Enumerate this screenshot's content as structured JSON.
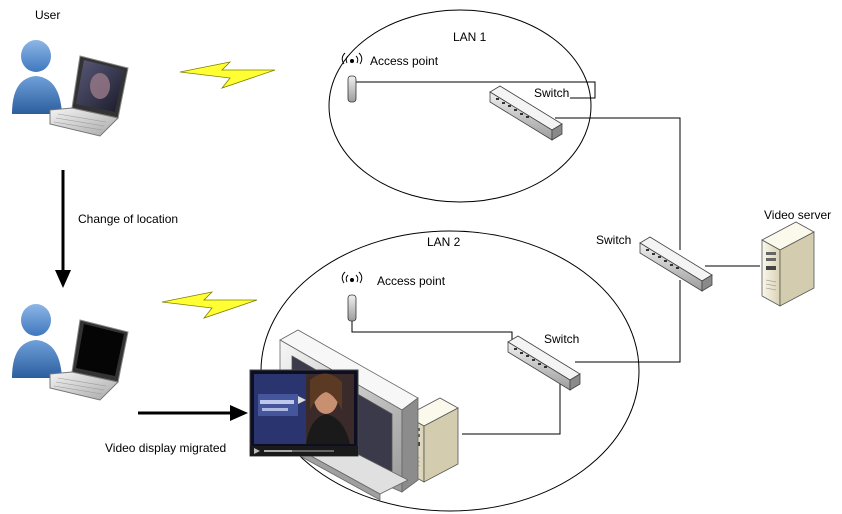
{
  "labels": {
    "user": "User",
    "lan1": "LAN 1",
    "lan2": "LAN 2",
    "access_point_1": "Access point",
    "access_point_2": "Access point",
    "switch_lan1": "Switch",
    "switch_core": "Switch",
    "switch_lan2": "Switch",
    "video_server": "Video server",
    "change_of_location": "Change of location",
    "video_display_migrated": "Video display migrated"
  },
  "icons": {
    "user_top": "user-with-laptop-icon",
    "user_bottom": "user-with-laptop-icon",
    "wireless_top": "lightning-bolt-icon",
    "wireless_bottom": "lightning-bolt-icon",
    "access_point": "antenna-icon",
    "switch": "network-switch-icon",
    "server": "tower-server-icon",
    "monitor": "large-display-icon"
  },
  "colors": {
    "bolt": "#FFFF33",
    "line": "#000000",
    "person": "#5B9BD5",
    "server": "#F3EEDB"
  }
}
